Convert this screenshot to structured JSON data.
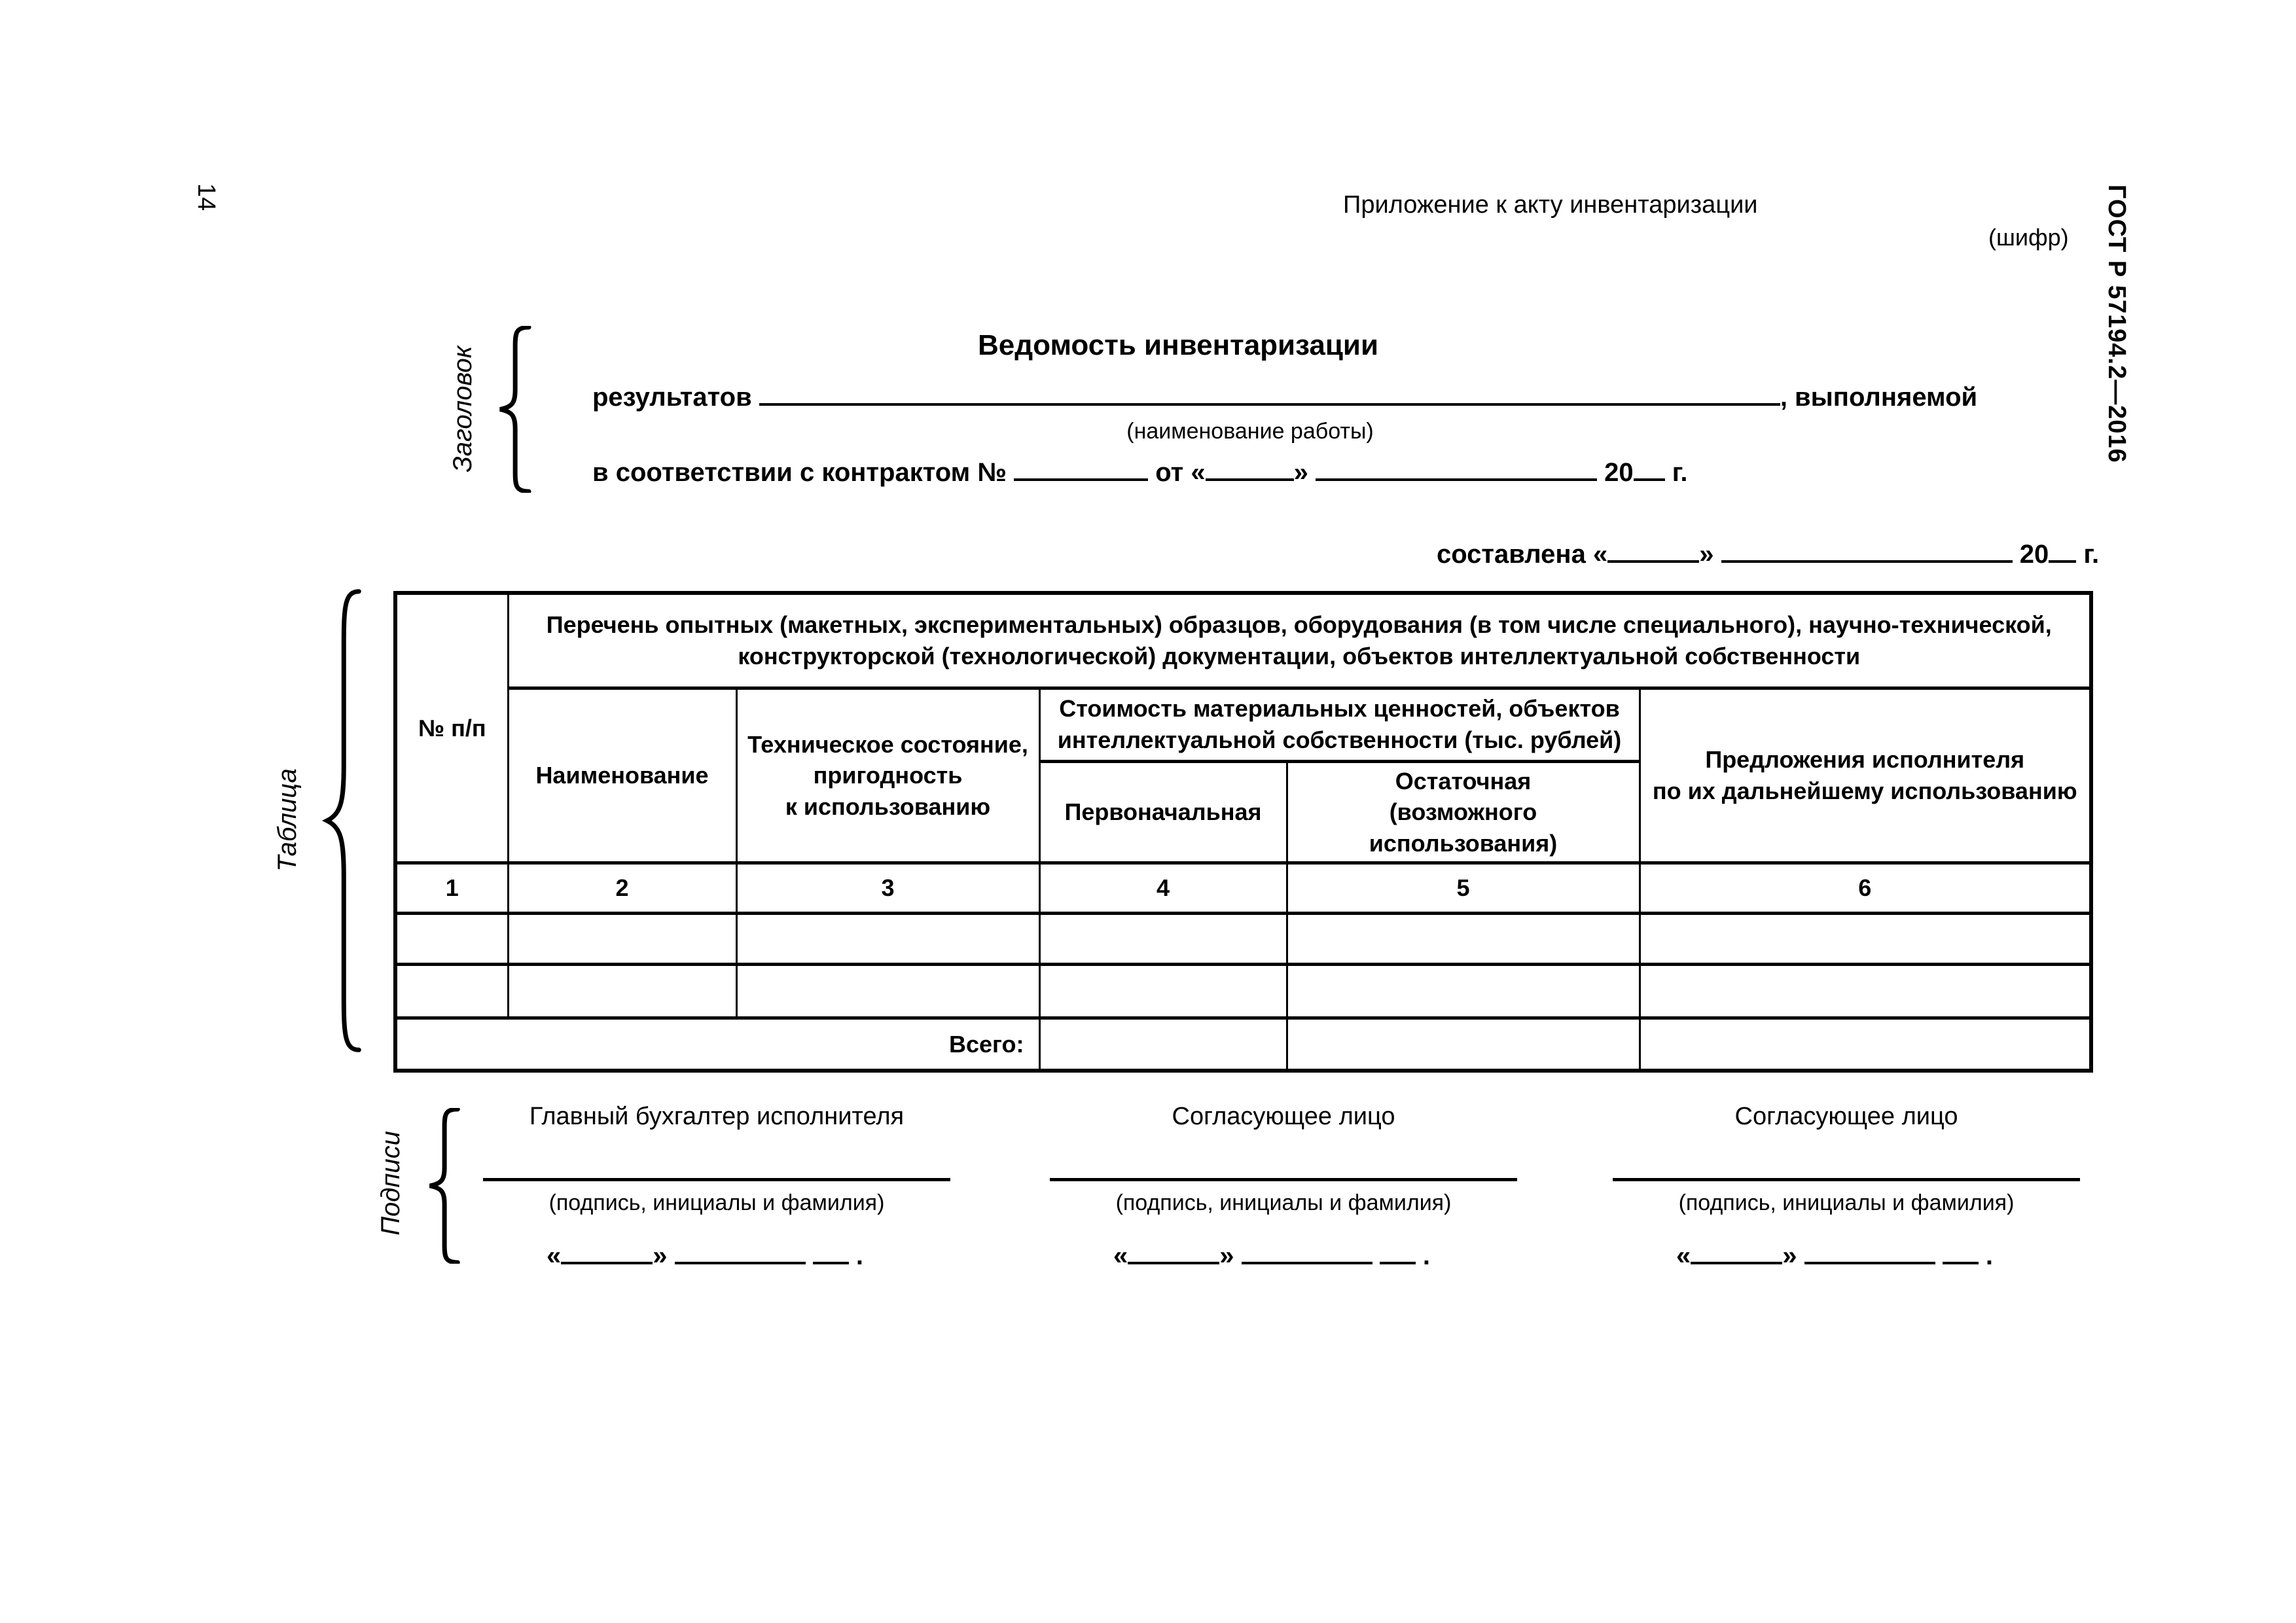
{
  "page_number": "14",
  "top_right_note": "Приложение к акту инвентаризации",
  "cipher_note": "(шифр)",
  "gost_designation": "ГОСТ Р 57194.2—2016",
  "brace_labels": {
    "header": "Заголовок",
    "table": "Таблица",
    "signatures": "Подписи"
  },
  "header": {
    "title": "Ведомость инвентаризации",
    "results_prefix": "результатов",
    "results_suffix": ", выполняемой",
    "work_name_caption": "(наименование работы)",
    "contract_prefix": "в соответствии с контрактом №",
    "contract_from": "от",
    "open_quote": "«",
    "close_quote": "»",
    "year_prefix": "20",
    "year_suffix": "г.",
    "composed_prefix": "составлена"
  },
  "table": {
    "row_number_header": "№ п/п",
    "list_header": "Перечень опытных (макетных, экспериментальных) образцов, оборудования (в том числе специального), научно-технической,\nконструкторской (технологической) документации, объектов интеллектуальной собственности",
    "name_header": "Наименование",
    "tech_state_header": "Техническое состояние,\nпригодность\nк использованию",
    "cost_header": "Стоимость материальных ценностей, объектов\nинтеллектуальной собственности (тыс. рублей)",
    "cost_initial_header": "Первоначальная",
    "cost_residual_header": "Остаточная\n(возможного использования)",
    "proposals_header": "Предложения исполнителя\nпо их дальнейшему использованию",
    "column_numbers": [
      "1",
      "2",
      "3",
      "4",
      "5",
      "6"
    ],
    "total_label": "Всего:"
  },
  "signatures": {
    "caption": "(подпись, инициалы и фамилия)",
    "period": ".",
    "blocks": [
      {
        "role": "Главный бухгалтер исполнителя"
      },
      {
        "role": "Согласующее лицо"
      },
      {
        "role": "Согласующее лицо"
      }
    ]
  }
}
